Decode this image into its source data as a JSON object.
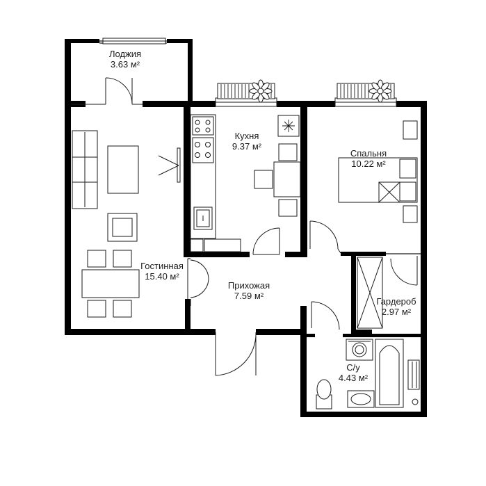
{
  "plan": {
    "rooms": [
      {
        "id": "loggia",
        "name": "Лоджия",
        "area": "3.63 м²"
      },
      {
        "id": "kitchen",
        "name": "Кухня",
        "area": "9.37 м²"
      },
      {
        "id": "bedroom",
        "name": "Спальня",
        "area": "10.22 м²"
      },
      {
        "id": "living",
        "name": "Гостинная",
        "area": "15.40 м²"
      },
      {
        "id": "hallway",
        "name": "Прихожая",
        "area": "7.59 м²"
      },
      {
        "id": "wardrobe",
        "name": "Гардероб",
        "area": "2.97 м²"
      },
      {
        "id": "bathroom",
        "name": "С/у",
        "area": "4.43 м²"
      }
    ],
    "colors": {
      "wall": "#000000",
      "line": "#1a1a1a",
      "background": "#ffffff"
    }
  }
}
